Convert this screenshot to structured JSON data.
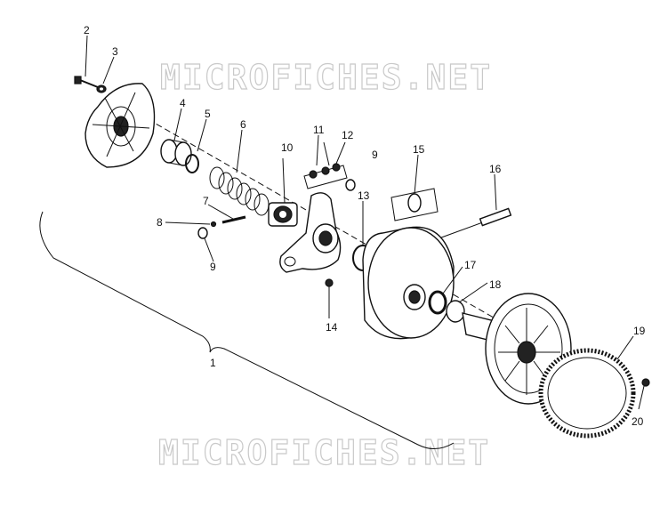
{
  "watermark": {
    "top_text": "MICROFICHES.NET",
    "bottom_text": "MICROFICHES.NET"
  },
  "callouts": {
    "c1": "1",
    "c2": "2",
    "c3": "3",
    "c4": "4",
    "c5": "5",
    "c6": "6",
    "c7": "7",
    "c8": "8",
    "c9a": "9",
    "c9b": "9",
    "c10": "10",
    "c11": "11",
    "c12": "12",
    "c13": "13",
    "c14": "14",
    "c15": "15",
    "c16": "16",
    "c17": "17",
    "c18": "18",
    "c19": "19",
    "c20": "20"
  }
}
